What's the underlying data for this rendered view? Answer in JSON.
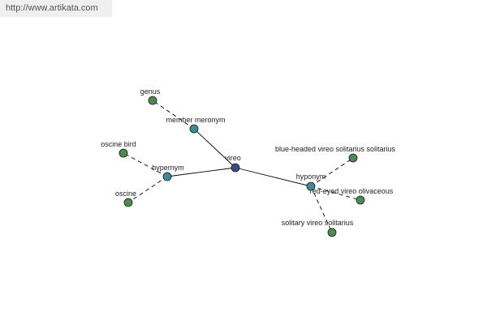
{
  "banner": {
    "url_text": "http://www.artikata.com"
  },
  "graph": {
    "colors": {
      "center": "#3a4a8a",
      "relation": "#3f8a96",
      "leaf": "#4e8a4e",
      "edge": "#000000"
    },
    "nodes": [
      {
        "id": "vireo",
        "label": "vireo",
        "kind": "center"
      },
      {
        "id": "member-meronym",
        "label": "member meronym",
        "kind": "relation"
      },
      {
        "id": "hypernym",
        "label": "hypernym",
        "kind": "relation"
      },
      {
        "id": "hyponym",
        "label": "hyponym",
        "kind": "relation"
      },
      {
        "id": "genus",
        "label": "genus",
        "kind": "leaf"
      },
      {
        "id": "oscine-bird",
        "label": "oscine bird",
        "kind": "leaf"
      },
      {
        "id": "oscine",
        "label": "oscine",
        "kind": "leaf"
      },
      {
        "id": "blue-headed-vireo",
        "label": "blue-headed vireo solitarius solitarius",
        "kind": "leaf"
      },
      {
        "id": "red-eyed-vireo",
        "label": "red-eyed vireo olivaceous",
        "kind": "leaf"
      },
      {
        "id": "solitary-vireo",
        "label": "solitary vireo solitarius",
        "kind": "leaf"
      }
    ],
    "edges": [
      {
        "from": "vireo",
        "to": "member-meronym",
        "style": "solid"
      },
      {
        "from": "vireo",
        "to": "hypernym",
        "style": "solid"
      },
      {
        "from": "vireo",
        "to": "hyponym",
        "style": "solid"
      },
      {
        "from": "member-meronym",
        "to": "genus",
        "style": "dashed"
      },
      {
        "from": "hypernym",
        "to": "oscine-bird",
        "style": "dashed"
      },
      {
        "from": "hypernym",
        "to": "oscine",
        "style": "dashed"
      },
      {
        "from": "hyponym",
        "to": "blue-headed-vireo",
        "style": "dashed"
      },
      {
        "from": "hyponym",
        "to": "red-eyed-vireo",
        "style": "dashed"
      },
      {
        "from": "hyponym",
        "to": "solitary-vireo",
        "style": "dashed"
      }
    ]
  }
}
